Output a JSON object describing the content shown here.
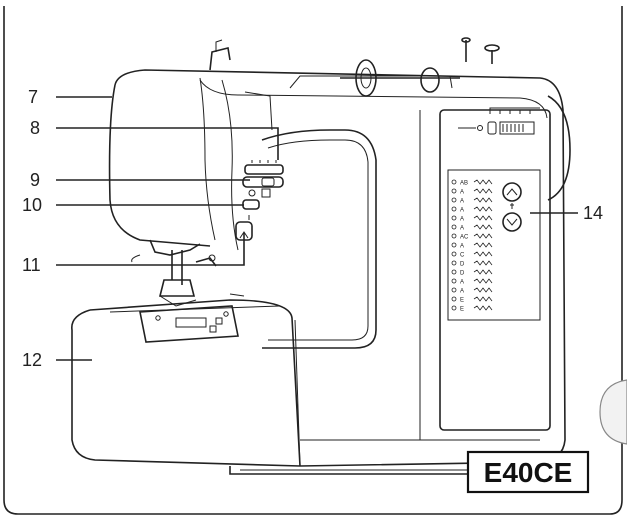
{
  "callouts": [
    {
      "label": "7"
    },
    {
      "label": "8"
    },
    {
      "label": "9"
    },
    {
      "label": "10"
    },
    {
      "label": "11"
    },
    {
      "label": "12"
    },
    {
      "label": "14"
    }
  ],
  "model": {
    "name": "E40CE"
  },
  "stitch_panel": {
    "rows": [
      "AB",
      "A",
      "A",
      "A",
      "A",
      "A",
      "AC",
      "A",
      "C",
      "D",
      "D",
      "A",
      "A",
      "E",
      "E"
    ]
  }
}
